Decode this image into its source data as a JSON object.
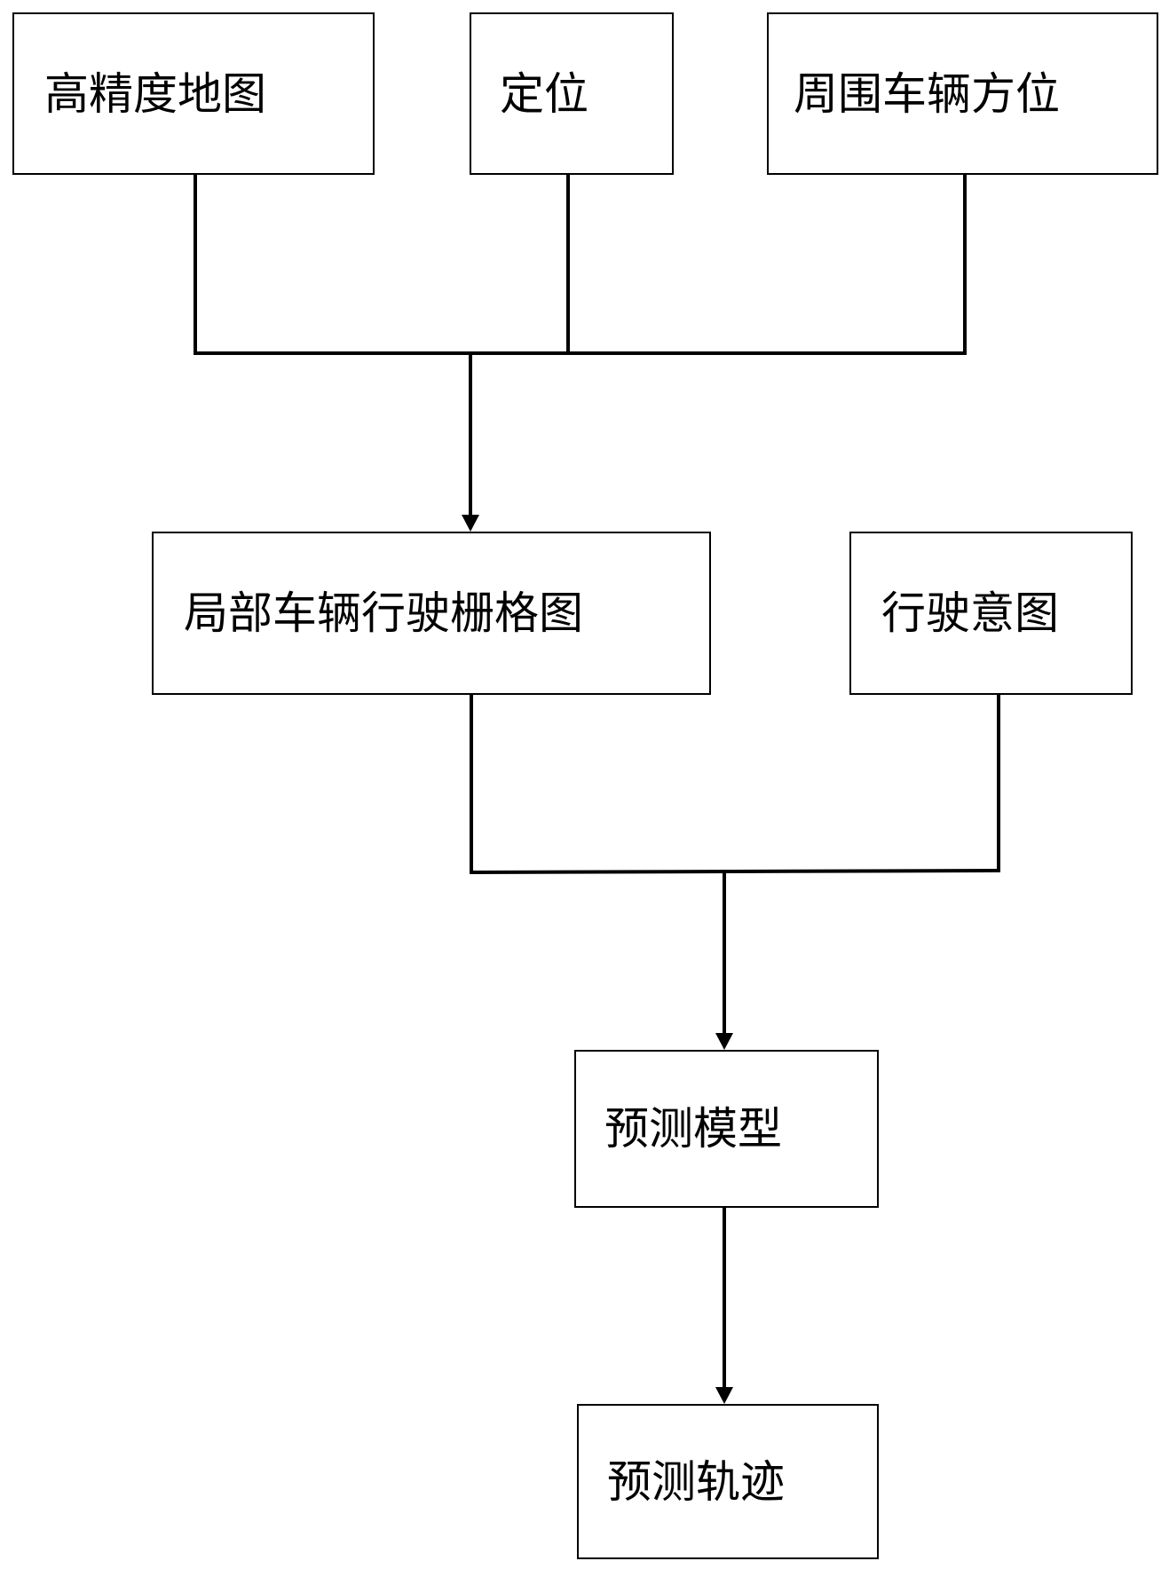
{
  "nodes": {
    "hd_map": "高精度地图",
    "positioning": "定位",
    "surrounding_vehicles": "周围车辆方位",
    "local_grid_map": "局部车辆行驶栅格图",
    "driving_intent": "行驶意图",
    "prediction_model": "预测模型",
    "predicted_trajectory": "预测轨迹"
  },
  "edges": [
    {
      "from": "hd_map",
      "to": "local_grid_map"
    },
    {
      "from": "positioning",
      "to": "local_grid_map"
    },
    {
      "from": "surrounding_vehicles",
      "to": "local_grid_map"
    },
    {
      "from": "local_grid_map",
      "to": "prediction_model"
    },
    {
      "from": "driving_intent",
      "to": "prediction_model"
    },
    {
      "from": "prediction_model",
      "to": "predicted_trajectory"
    }
  ],
  "colors": {
    "line": "#000000",
    "box_border": "#000000",
    "background": "#ffffff"
  }
}
